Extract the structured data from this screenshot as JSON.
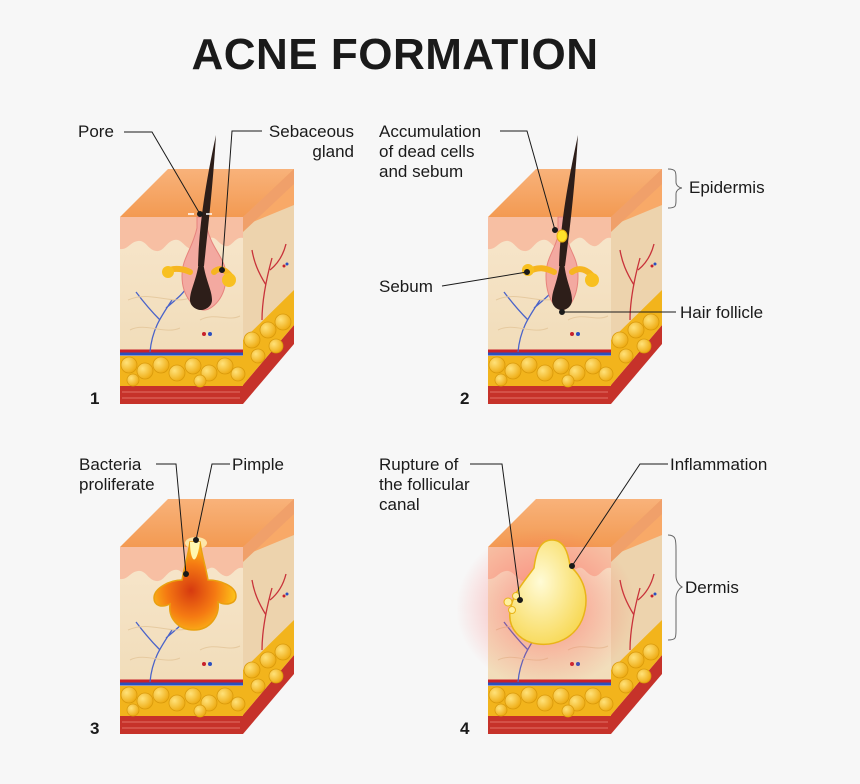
{
  "title": "ACNE FORMATION",
  "panels": [
    {
      "number": "1",
      "labels": {
        "left": "Pore",
        "right": "Sebaceous\ngland"
      }
    },
    {
      "number": "2",
      "labels": {
        "top": "Accumulation\nof dead cells\nand sebum",
        "left": "Sebum",
        "right": "Hair follicle"
      }
    },
    {
      "number": "3",
      "labels": {
        "left": "Bacteria\nproliferate",
        "right": "Pimple"
      }
    },
    {
      "number": "4",
      "labels": {
        "left": "Rupture of\nthe follicular\ncanal",
        "right": "Inflammation"
      }
    }
  ],
  "layers": {
    "epidermis": "Epidermis",
    "dermis": "Dermis"
  },
  "colors": {
    "epidermis_top": "#f6a35c",
    "epidermis": "#f9c9a8",
    "dermis": "#f4e2c3",
    "fat": "#f7c21a",
    "muscle": "#c6322a"
  }
}
